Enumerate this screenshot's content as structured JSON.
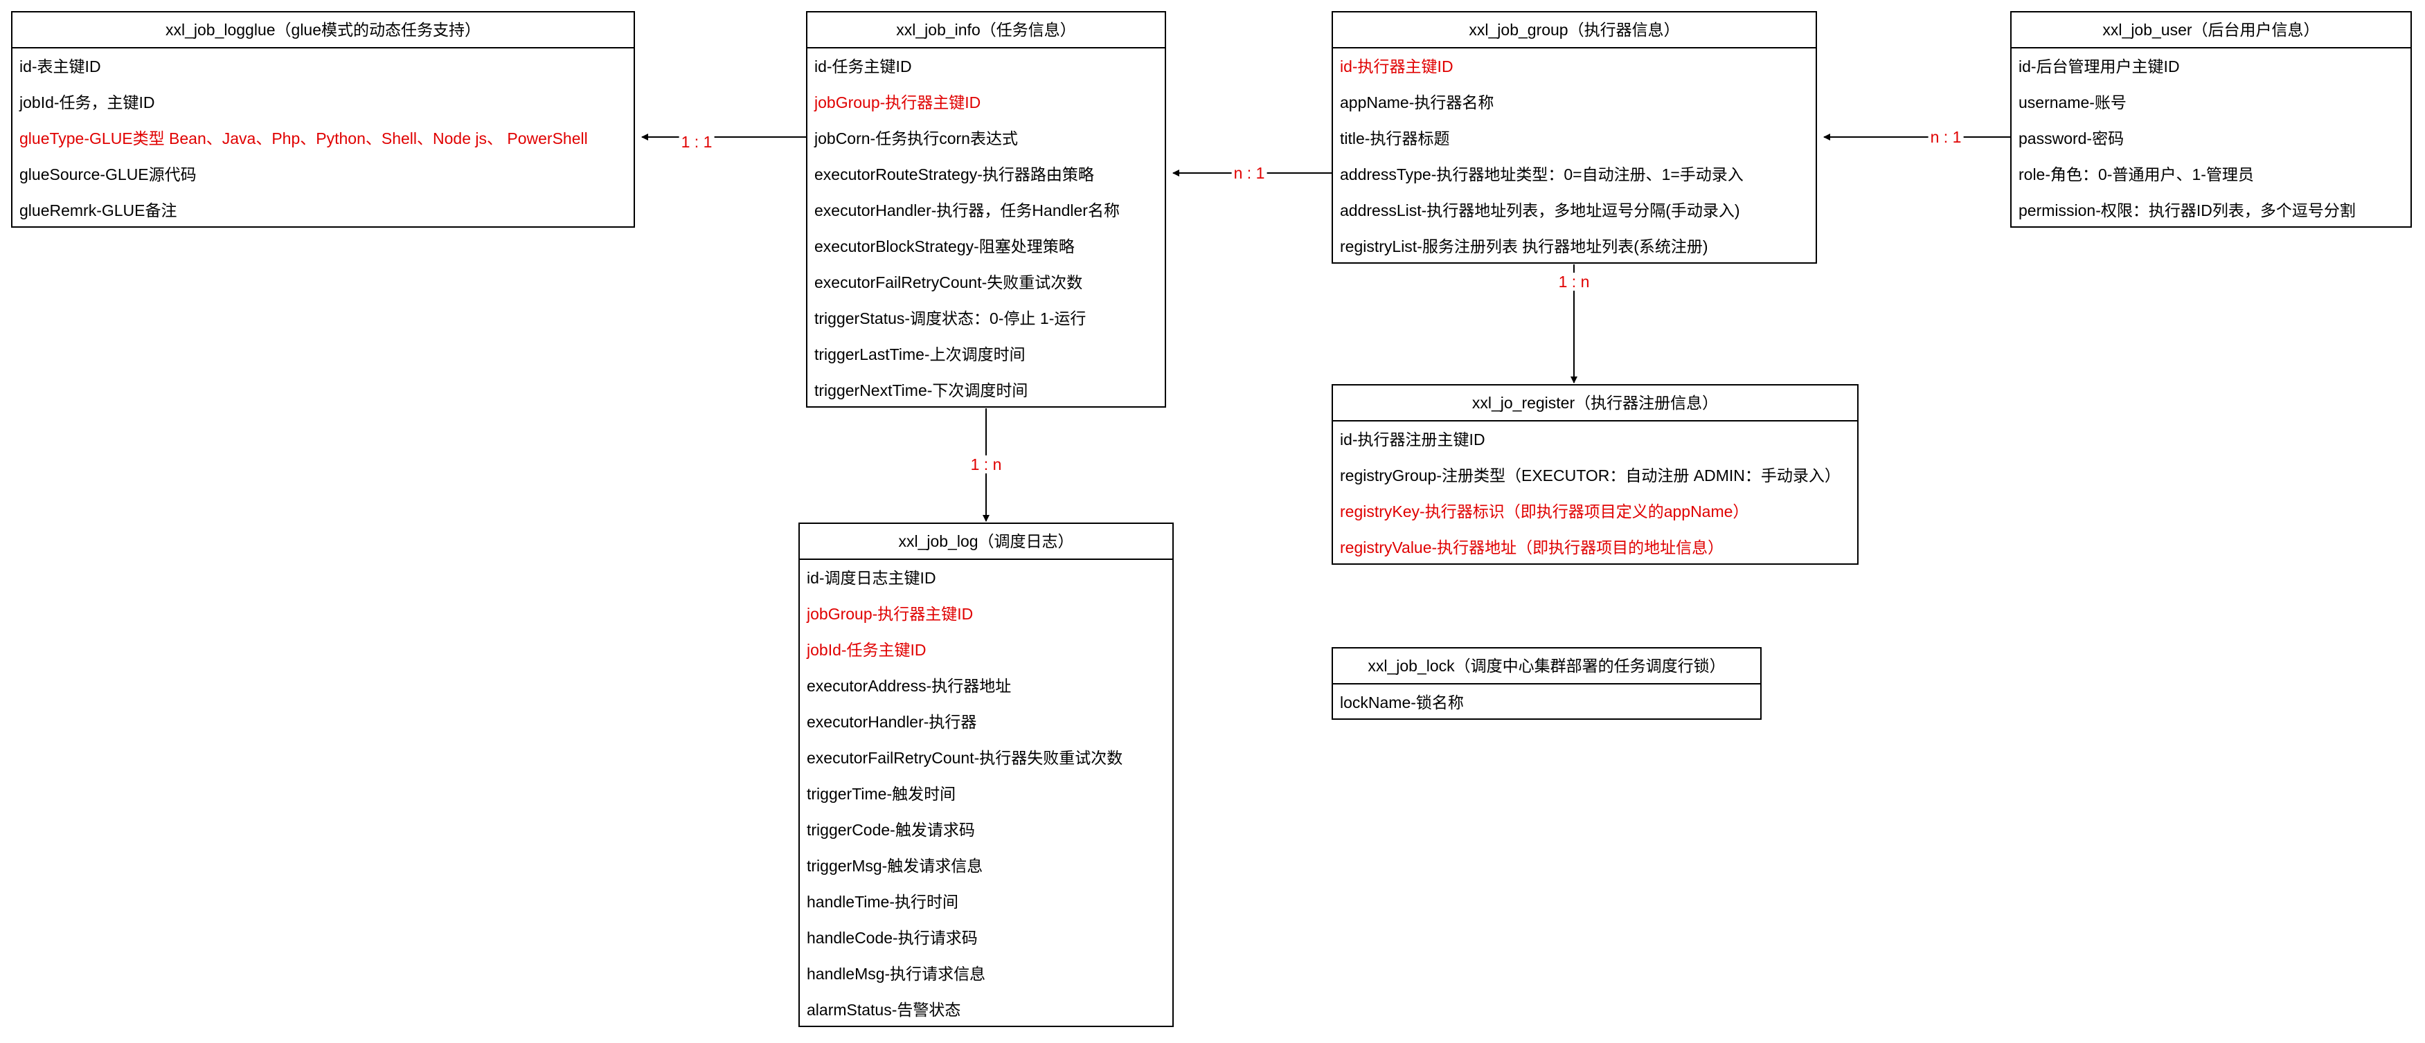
{
  "tables": {
    "logglue": {
      "title": "xxl_job_logglue（glue模式的动态任务支持）",
      "fields": [
        {
          "text": "id-表主键ID",
          "highlight": false
        },
        {
          "text": "jobId-任务，主键ID",
          "highlight": false
        },
        {
          "text": "glueType-GLUE类型 Bean、Java、Php、Python、Shell、Node js、 PowerShell",
          "highlight": true
        },
        {
          "text": "glueSource-GLUE源代码",
          "highlight": false
        },
        {
          "text": "glueRemrk-GLUE备注",
          "highlight": false
        }
      ]
    },
    "info": {
      "title": "xxl_job_info（任务信息）",
      "fields": [
        {
          "text": "id-任务主键ID",
          "highlight": false
        },
        {
          "text": "jobGroup-执行器主键ID",
          "highlight": true
        },
        {
          "text": "jobCorn-任务执行corn表达式",
          "highlight": false
        },
        {
          "text": "executorRouteStrategy-执行器路由策略",
          "highlight": false
        },
        {
          "text": "executorHandler-执行器，任务Handler名称",
          "highlight": false
        },
        {
          "text": "executorBlockStrategy-阻塞处理策略",
          "highlight": false
        },
        {
          "text": "executorFailRetryCount-失败重试次数",
          "highlight": false
        },
        {
          "text": "triggerStatus-调度状态：0-停止 1-运行",
          "highlight": false
        },
        {
          "text": "triggerLastTime-上次调度时间",
          "highlight": false
        },
        {
          "text": "triggerNextTime-下次调度时间",
          "highlight": false
        }
      ]
    },
    "group": {
      "title": "xxl_job_group（执行器信息）",
      "fields": [
        {
          "text": "id-执行器主键ID",
          "highlight": true
        },
        {
          "text": "appName-执行器名称",
          "highlight": false
        },
        {
          "text": "title-执行器标题",
          "highlight": false
        },
        {
          "text": "addressType-执行器地址类型：0=自动注册、1=手动录入",
          "highlight": false
        },
        {
          "text": "addressList-执行器地址列表，多地址逗号分隔(手动录入)",
          "highlight": false
        },
        {
          "text": "registryList-服务注册列表 执行器地址列表(系统注册)",
          "highlight": false
        }
      ]
    },
    "user": {
      "title": "xxl_job_user（后台用户信息）",
      "fields": [
        {
          "text": "id-后台管理用户主键ID",
          "highlight": false
        },
        {
          "text": "username-账号",
          "highlight": false
        },
        {
          "text": "password-密码",
          "highlight": false
        },
        {
          "text": "role-角色：0-普通用户、1-管理员",
          "highlight": false
        },
        {
          "text": "permission-权限：执行器ID列表，多个逗号分割",
          "highlight": false
        }
      ]
    },
    "register": {
      "title": "xxl_jo_register（执行器注册信息）",
      "fields": [
        {
          "text": "id-执行器注册主键ID",
          "highlight": false
        },
        {
          "text": "registryGroup-注册类型（EXECUTOR：自动注册 ADMIN：手动录入）",
          "highlight": false
        },
        {
          "text": "registryKey-执行器标识（即执行器项目定义的appName）",
          "highlight": true
        },
        {
          "text": "registryValue-执行器地址（即执行器项目的地址信息）",
          "highlight": true
        }
      ]
    },
    "log": {
      "title": "xxl_job_log（调度日志）",
      "fields": [
        {
          "text": "id-调度日志主键ID",
          "highlight": false
        },
        {
          "text": "jobGroup-执行器主键ID",
          "highlight": true
        },
        {
          "text": "jobId-任务主键ID",
          "highlight": true
        },
        {
          "text": "executorAddress-执行器地址",
          "highlight": false
        },
        {
          "text": "executorHandler-执行器",
          "highlight": false
        },
        {
          "text": "executorFailRetryCount-执行器失败重试次数",
          "highlight": false
        },
        {
          "text": "triggerTime-触发时间",
          "highlight": false
        },
        {
          "text": "triggerCode-触发请求码",
          "highlight": false
        },
        {
          "text": "triggerMsg-触发请求信息",
          "highlight": false
        },
        {
          "text": "handleTime-执行时间",
          "highlight": false
        },
        {
          "text": "handleCode-执行请求码",
          "highlight": false
        },
        {
          "text": "handleMsg-执行请求信息",
          "highlight": false
        },
        {
          "text": "alarmStatus-告警状态",
          "highlight": false
        }
      ]
    },
    "lock": {
      "title": "xxl_job_lock（调度中心集群部署的任务调度行锁）",
      "fields": [
        {
          "text": "lockName-锁名称",
          "highlight": false
        }
      ]
    }
  },
  "relations": [
    {
      "from": "info",
      "to": "logglue",
      "label": "1 : 1"
    },
    {
      "from": "group",
      "to": "info",
      "label": "n : 1"
    },
    {
      "from": "user",
      "to": "group",
      "label": "n : 1"
    },
    {
      "from": "group",
      "to": "register",
      "label": "1 : n"
    },
    {
      "from": "info",
      "to": "log",
      "label": "1 : n"
    }
  ],
  "colors": {
    "highlight": "#e00000",
    "line": "#000000",
    "border": "#000000"
  }
}
